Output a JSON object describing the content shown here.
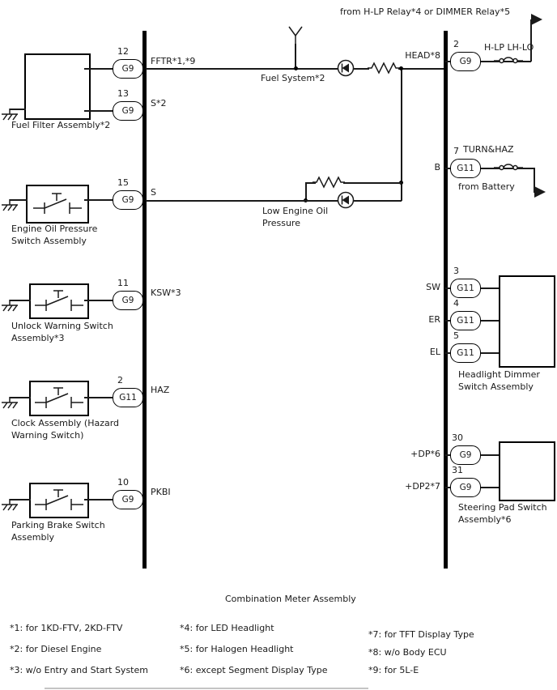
{
  "diagram": {
    "title": "Combination Meter Assembly",
    "top_feed_label": "from H-LP Relay*4 or DIMMER Relay*5"
  },
  "left_components": [
    {
      "label_line1": "Fuel Filter Assembly*2",
      "pins": [
        {
          "pin": "12",
          "connector": "G9",
          "signal": "FFTR*1,*9"
        },
        {
          "pin": "13",
          "connector": "G9",
          "signal": "S*2"
        }
      ]
    },
    {
      "label_line1": "Engine Oil Pressure",
      "label_line2": "Switch Assembly",
      "pins": [
        {
          "pin": "15",
          "connector": "G9",
          "signal": "S"
        }
      ]
    },
    {
      "label_line1": "Unlock Warning Switch",
      "label_line2": "Assembly*3",
      "pins": [
        {
          "pin": "11",
          "connector": "G9",
          "signal": "KSW*3"
        }
      ]
    },
    {
      "label_line1": "Clock Assembly (Hazard",
      "label_line2": "Warning Switch)",
      "pins": [
        {
          "pin": "2",
          "connector": "G11",
          "signal": "HAZ"
        }
      ]
    },
    {
      "label_line1": "Parking Brake Switch",
      "label_line2": "Assembly",
      "pins": [
        {
          "pin": "10",
          "connector": "G9",
          "signal": "PKBI"
        }
      ]
    }
  ],
  "meter_internals": {
    "fuel_system_label": "Fuel System*2",
    "low_oil_line1": "Low Engine Oil",
    "low_oil_line2": "Pressure",
    "head_terminal": "HEAD*8"
  },
  "right_feeds": {
    "headlamp": {
      "pin": "2",
      "connector": "G9",
      "label": "H-LP LH-LO"
    },
    "battery": {
      "pin": "7",
      "connector": "G11",
      "terminal": "B",
      "label": "TURN&HAZ",
      "source_label": "from Battery"
    }
  },
  "right_components": [
    {
      "label_line1": "Headlight Dimmer",
      "label_line2": "Switch Assembly",
      "pins": [
        {
          "pin": "3",
          "connector": "G11",
          "terminal": "SW"
        },
        {
          "pin": "4",
          "connector": "G11",
          "terminal": "ER"
        },
        {
          "pin": "5",
          "connector": "G11",
          "terminal": "EL"
        }
      ]
    },
    {
      "label_line1": "Steering Pad Switch",
      "label_line2": "Assembly*6",
      "pins": [
        {
          "pin": "30",
          "connector": "G9",
          "terminal": "+DP*6"
        },
        {
          "pin": "31",
          "connector": "G9",
          "terminal": "+DP2*7"
        }
      ]
    }
  ],
  "footnotes": [
    [
      "*1: for 1KD-FTV, 2KD-FTV",
      "*2: for Diesel Engine",
      "*3: w/o Entry and Start System"
    ],
    [
      "*4: for LED Headlight",
      "*5: for Halogen Headlight",
      "*6: except Segment Display Type"
    ],
    [
      "*7: for TFT Display Type",
      "*8: w/o Body ECU",
      "*9: for 5L-E"
    ]
  ]
}
